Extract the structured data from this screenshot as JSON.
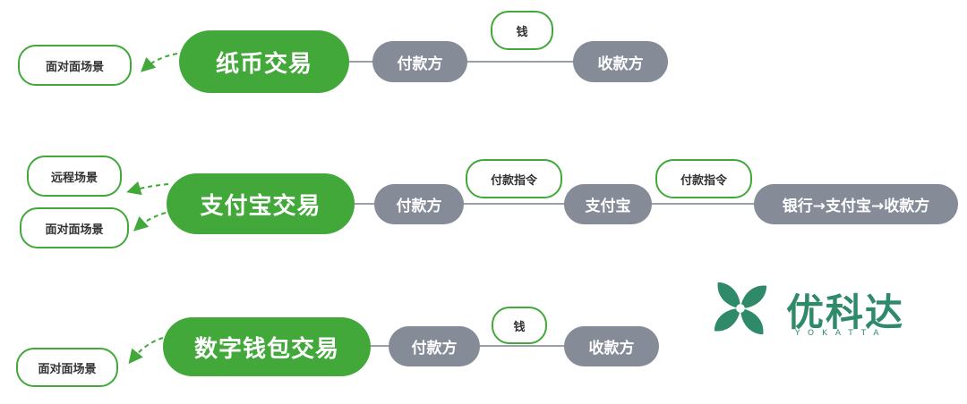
{
  "rows": [
    {
      "main": "纸币交易",
      "scenes": [
        "面对面场景"
      ],
      "nodes": [
        "付款方",
        "收款方"
      ],
      "links": [
        "钱"
      ]
    },
    {
      "main": "支付宝交易",
      "scenes": [
        "远程场景",
        "面对面场景"
      ],
      "nodes": [
        "付款方",
        "支付宝",
        "银行→支付宝→收款方"
      ],
      "links": [
        "付款指令",
        "付款指令"
      ]
    },
    {
      "main": "数字钱包交易",
      "scenes": [
        "面对面场景"
      ],
      "nodes": [
        "付款方",
        "收款方"
      ],
      "links": [
        "钱"
      ]
    }
  ],
  "logo": {
    "name": "优科达",
    "subtitle": "YOKATTA"
  },
  "colors": {
    "main_green": "#42a83a",
    "node_gray": "#858b97",
    "logo_green": "#2f8a6a"
  }
}
